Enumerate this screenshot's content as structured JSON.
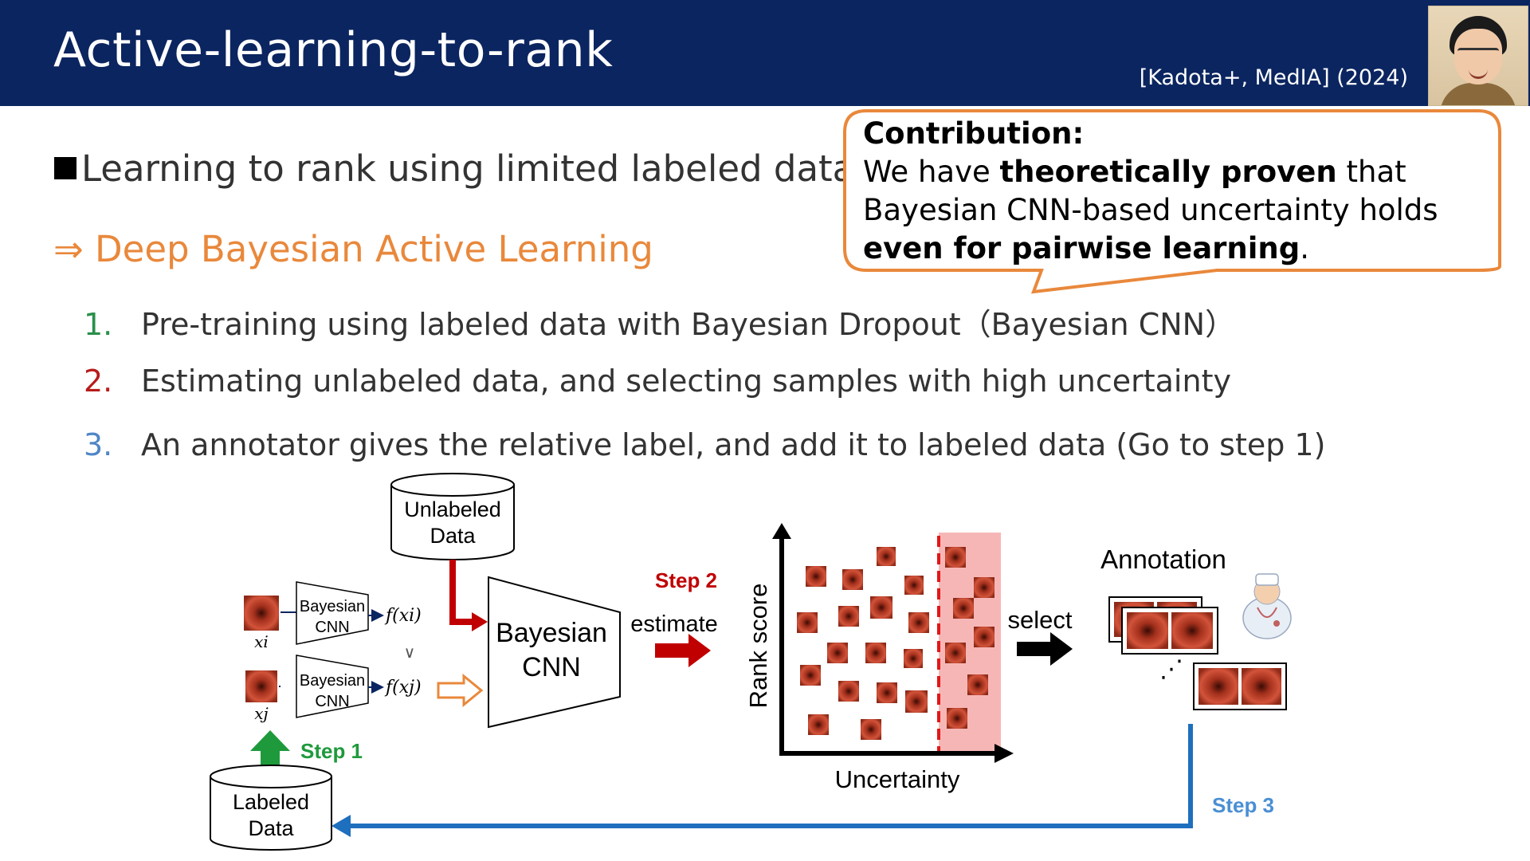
{
  "header": {
    "title": "Active-learning-to-rank",
    "citation": "[Kadota+, MedIA] (2024)"
  },
  "bullet": "Learning to rank using limited labeled data",
  "arrow_line": "⇒ Deep Bayesian Active Learning",
  "steps": [
    {
      "num": "1.",
      "text": "Pre-training using labeled data with Bayesian Dropout（Bayesian CNN）"
    },
    {
      "num": "2.",
      "text": "Estimating unlabeled data, and selecting samples with high uncertainty"
    },
    {
      "num": "3.",
      "text": "An annotator gives the relative label, and add it to labeled data (Go to step 1)"
    }
  ],
  "contribution": {
    "heading": "Contribution:",
    "line1_pre": "We have ",
    "line1_bold": "theoretically proven",
    "line1_post": " that",
    "line2": "Bayesian CNN-based uncertainty holds",
    "line3_bold": "even for pairwise learning",
    "line3_post": "."
  },
  "diagram": {
    "unlabeled_l1": "Unlabeled",
    "unlabeled_l2": "Data",
    "labeled_l1": "Labeled",
    "labeled_l2": "Data",
    "small_cnn_l1": "Bayesian",
    "small_cnn_l2": "CNN",
    "big_cnn_l1": "Bayesian",
    "big_cnn_l2": "CNN",
    "xi": "xi",
    "xj": "xj",
    "fxi": "f(xi)",
    "fxj": "f(xj)",
    "compare": "∨",
    "step1": "Step 1",
    "step2": "Step 2",
    "step3": "Step 3",
    "estimate": "estimate",
    "rank_score": "Rank score",
    "uncertainty": "Uncertainty",
    "select": "select",
    "annotation": "Annotation",
    "ellipsis": "⋰"
  },
  "colors": {
    "header_bg": "#0b2560",
    "orange": "#e9883b",
    "green": "#1e9a3c",
    "red": "#c00000",
    "blue": "#1f6fbf",
    "highlight": "#f7b6b6"
  },
  "icons": [
    "endoscopy-image",
    "doctor-icon",
    "person-photo"
  ]
}
